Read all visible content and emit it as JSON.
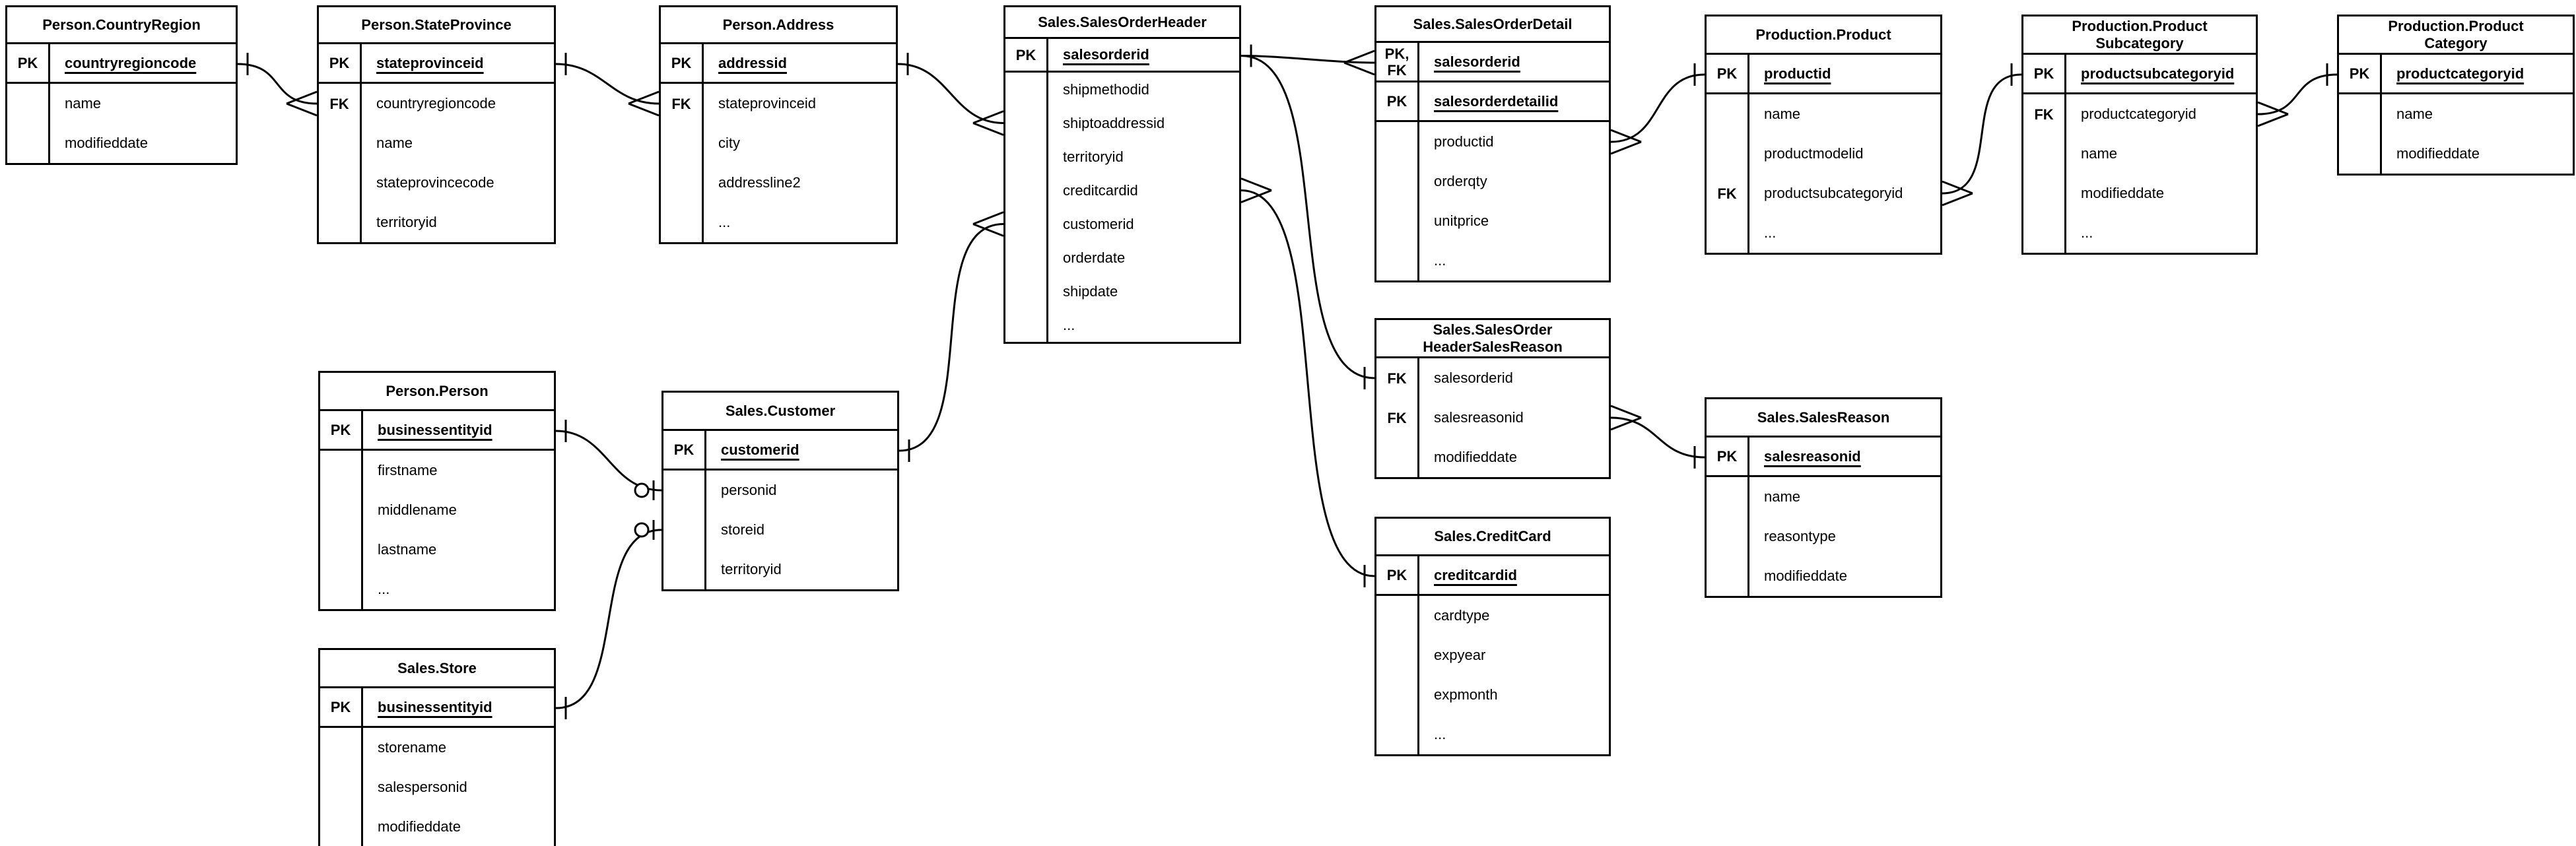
{
  "diagram": {
    "notation": "crow-foot-erd",
    "line_color": "#000000",
    "background_color": "#ffffff",
    "tables": [
      {
        "id": "countryregion",
        "title": "Person.CountryRegion",
        "title_lines": [
          "Person.CountryRegion"
        ],
        "rows": [
          {
            "key": "PK",
            "name": "countryregioncode",
            "pk": true
          },
          {
            "key": "",
            "name": "name"
          },
          {
            "key": "",
            "name": "modifieddate"
          }
        ],
        "dividers_after": [
          0
        ]
      },
      {
        "id": "stateprovince",
        "title": "Person.StateProvince",
        "title_lines": [
          "Person.StateProvince"
        ],
        "rows": [
          {
            "key": "PK",
            "name": "stateprovinceid",
            "pk": true
          },
          {
            "key": "FK",
            "name": "countryregioncode"
          },
          {
            "key": "",
            "name": "name"
          },
          {
            "key": "",
            "name": "stateprovincecode"
          },
          {
            "key": "",
            "name": "territoryid"
          }
        ],
        "dividers_after": [
          0
        ]
      },
      {
        "id": "address",
        "title": "Person.Address",
        "title_lines": [
          "Person.Address"
        ],
        "rows": [
          {
            "key": "PK",
            "name": "addressid",
            "pk": true
          },
          {
            "key": "FK",
            "name": "stateprovinceid"
          },
          {
            "key": "",
            "name": "city"
          },
          {
            "key": "",
            "name": "addressline2"
          },
          {
            "key": "",
            "name": "..."
          }
        ],
        "dividers_after": [
          0
        ]
      },
      {
        "id": "salesorderheader",
        "title": "Sales.SalesOrderHeader",
        "title_lines": [
          "Sales.SalesOrderHeader"
        ],
        "rows": [
          {
            "key": "PK",
            "name": "salesorderid",
            "pk": true
          },
          {
            "key": "",
            "name": "shipmethodid"
          },
          {
            "key": "",
            "name": "shiptoaddressid"
          },
          {
            "key": "",
            "name": "territoryid"
          },
          {
            "key": "",
            "name": "creditcardid"
          },
          {
            "key": "",
            "name": "customerid"
          },
          {
            "key": "",
            "name": "orderdate"
          },
          {
            "key": "",
            "name": "shipdate"
          },
          {
            "key": "",
            "name": "..."
          }
        ],
        "dividers_after": [
          0
        ]
      },
      {
        "id": "salesorderdetail",
        "title": "Sales.SalesOrderDetail",
        "title_lines": [
          "Sales.SalesOrderDetail"
        ],
        "rows": [
          {
            "key": "PK,\nFK",
            "name": "salesorderid",
            "pk": true
          },
          {
            "key": "PK",
            "name": "salesorderdetailid",
            "pk": true
          },
          {
            "key": "",
            "name": "productid"
          },
          {
            "key": "",
            "name": "orderqty"
          },
          {
            "key": "",
            "name": "unitprice"
          },
          {
            "key": "",
            "name": "..."
          }
        ],
        "dividers_after": [
          0,
          1
        ]
      },
      {
        "id": "product",
        "title": "Production.Product",
        "title_lines": [
          "Production.Product"
        ],
        "rows": [
          {
            "key": "PK",
            "name": "productid",
            "pk": true
          },
          {
            "key": "",
            "name": "name"
          },
          {
            "key": "",
            "name": "productmodelid"
          },
          {
            "key": "FK",
            "name": "productsubcategoryid"
          },
          {
            "key": "",
            "name": "..."
          }
        ],
        "dividers_after": [
          0
        ]
      },
      {
        "id": "productsubcategory",
        "title": "Production.Product Subcategory",
        "title_lines": [
          "Production.Product",
          "Subcategory"
        ],
        "rows": [
          {
            "key": "PK",
            "name": "productsubcategoryid",
            "pk": true
          },
          {
            "key": "FK",
            "name": "productcategoryid"
          },
          {
            "key": "",
            "name": "name"
          },
          {
            "key": "",
            "name": "modifieddate"
          },
          {
            "key": "",
            "name": "..."
          }
        ],
        "dividers_after": [
          0
        ]
      },
      {
        "id": "productcategory",
        "title": "Production.Product Category",
        "title_lines": [
          "Production.Product",
          "Category"
        ],
        "rows": [
          {
            "key": "PK",
            "name": "productcategoryid",
            "pk": true
          },
          {
            "key": "",
            "name": "name"
          },
          {
            "key": "",
            "name": "modifieddate"
          }
        ],
        "dividers_after": [
          0
        ]
      },
      {
        "id": "person",
        "title": "Person.Person",
        "title_lines": [
          "Person.Person"
        ],
        "rows": [
          {
            "key": "PK",
            "name": "businessentityid",
            "pk": true
          },
          {
            "key": "",
            "name": "firstname"
          },
          {
            "key": "",
            "name": "middlename"
          },
          {
            "key": "",
            "name": "lastname"
          },
          {
            "key": "",
            "name": "..."
          }
        ],
        "dividers_after": [
          0
        ]
      },
      {
        "id": "customer",
        "title": "Sales.Customer",
        "title_lines": [
          "Sales.Customer"
        ],
        "rows": [
          {
            "key": "PK",
            "name": "customerid",
            "pk": true
          },
          {
            "key": "",
            "name": "personid"
          },
          {
            "key": "",
            "name": "storeid"
          },
          {
            "key": "",
            "name": "territoryid"
          }
        ],
        "dividers_after": [
          0
        ]
      },
      {
        "id": "salesorderheadersalesreason",
        "title": "Sales.SalesOrder HeaderSalesReason",
        "title_lines": [
          "Sales.SalesOrder",
          "HeaderSalesReason"
        ],
        "rows": [
          {
            "key": "FK",
            "name": "salesorderid"
          },
          {
            "key": "FK",
            "name": "salesreasonid"
          },
          {
            "key": "",
            "name": "modifieddate"
          }
        ],
        "dividers_after": []
      },
      {
        "id": "salesreason",
        "title": "Sales.SalesReason",
        "title_lines": [
          "Sales.SalesReason"
        ],
        "rows": [
          {
            "key": "PK",
            "name": "salesreasonid",
            "pk": true
          },
          {
            "key": "",
            "name": "name"
          },
          {
            "key": "",
            "name": "reasontype"
          },
          {
            "key": "",
            "name": "modifieddate"
          }
        ],
        "dividers_after": [
          0
        ]
      },
      {
        "id": "creditcard",
        "title": "Sales.CreditCard",
        "title_lines": [
          "Sales.CreditCard"
        ],
        "rows": [
          {
            "key": "PK",
            "name": "creditcardid",
            "pk": true
          },
          {
            "key": "",
            "name": "cardtype"
          },
          {
            "key": "",
            "name": "expyear"
          },
          {
            "key": "",
            "name": "expmonth"
          },
          {
            "key": "",
            "name": "..."
          }
        ],
        "dividers_after": [
          0
        ]
      },
      {
        "id": "store",
        "title": "Sales.Store",
        "title_lines": [
          "Sales.Store"
        ],
        "rows": [
          {
            "key": "PK",
            "name": "businessentityid",
            "pk": true
          },
          {
            "key": "",
            "name": "storename"
          },
          {
            "key": "",
            "name": "salespersonid"
          },
          {
            "key": "",
            "name": "modifieddate"
          }
        ],
        "dividers_after": [
          0
        ]
      }
    ],
    "relationships": [
      {
        "id": "countryregion-stateprovince",
        "from": {
          "table": "countryregion",
          "row": 0,
          "side": "right",
          "end": "one"
        },
        "to": {
          "table": "stateprovince",
          "row": 1,
          "side": "left",
          "end": "many"
        }
      },
      {
        "id": "stateprovince-address",
        "from": {
          "table": "stateprovince",
          "row": 0,
          "side": "right",
          "end": "one"
        },
        "to": {
          "table": "address",
          "row": 1,
          "side": "left",
          "end": "many"
        }
      },
      {
        "id": "address-salesorderheader",
        "from": {
          "table": "address",
          "row": 0,
          "side": "right",
          "end": "one"
        },
        "to": {
          "table": "salesorderheader",
          "row": 2,
          "side": "left",
          "end": "many"
        }
      },
      {
        "id": "person-customer",
        "from": {
          "table": "person",
          "row": 0,
          "side": "right",
          "end": "one"
        },
        "to": {
          "table": "customer",
          "row": 1,
          "side": "left",
          "end": "zeroone"
        }
      },
      {
        "id": "store-customer",
        "from": {
          "table": "store",
          "row": 0,
          "side": "right",
          "end": "one"
        },
        "to": {
          "table": "customer",
          "row": 2,
          "side": "left",
          "end": "zeroone"
        }
      },
      {
        "id": "customer-salesorderheader",
        "from": {
          "table": "customer",
          "row": 0,
          "side": "right",
          "end": "one"
        },
        "to": {
          "table": "salesorderheader",
          "row": 5,
          "side": "left",
          "end": "many"
        }
      },
      {
        "id": "salesorderheader-salesorderdetail",
        "from": {
          "table": "salesorderheader",
          "row": 0,
          "side": "right",
          "end": "one"
        },
        "to": {
          "table": "salesorderdetail",
          "row": 0,
          "side": "left",
          "end": "many"
        }
      },
      {
        "id": "salesorderheader-salesorderheadersalesreason",
        "from": {
          "table": "salesorderheader",
          "row": 0,
          "side": "right",
          "end": "none"
        },
        "to": {
          "table": "salesorderheadersalesreason",
          "row": 0,
          "side": "left",
          "end": "one"
        }
      },
      {
        "id": "salesorderheader-creditcard",
        "from": {
          "table": "salesorderheader",
          "row": 4,
          "side": "right",
          "end": "many"
        },
        "to": {
          "table": "creditcard",
          "row": 0,
          "side": "left",
          "end": "one"
        }
      },
      {
        "id": "salesorderheadersalesreason-salesreason",
        "from": {
          "table": "salesorderheadersalesreason",
          "row": 1,
          "side": "right",
          "end": "many"
        },
        "to": {
          "table": "salesreason",
          "row": 0,
          "side": "left",
          "end": "one"
        }
      },
      {
        "id": "salesorderdetail-product",
        "from": {
          "table": "salesorderdetail",
          "row": 2,
          "side": "right",
          "end": "many"
        },
        "to": {
          "table": "product",
          "row": 0,
          "side": "left",
          "end": "one"
        }
      },
      {
        "id": "product-productsubcategory",
        "from": {
          "table": "product",
          "row": 3,
          "side": "right",
          "end": "many"
        },
        "to": {
          "table": "productsubcategory",
          "row": 0,
          "side": "left",
          "end": "one"
        }
      },
      {
        "id": "productsubcategory-productcategory",
        "from": {
          "table": "productsubcategory",
          "row": 1,
          "side": "right",
          "end": "many"
        },
        "to": {
          "table": "productcategory",
          "row": 0,
          "side": "left",
          "end": "one"
        }
      }
    ]
  }
}
